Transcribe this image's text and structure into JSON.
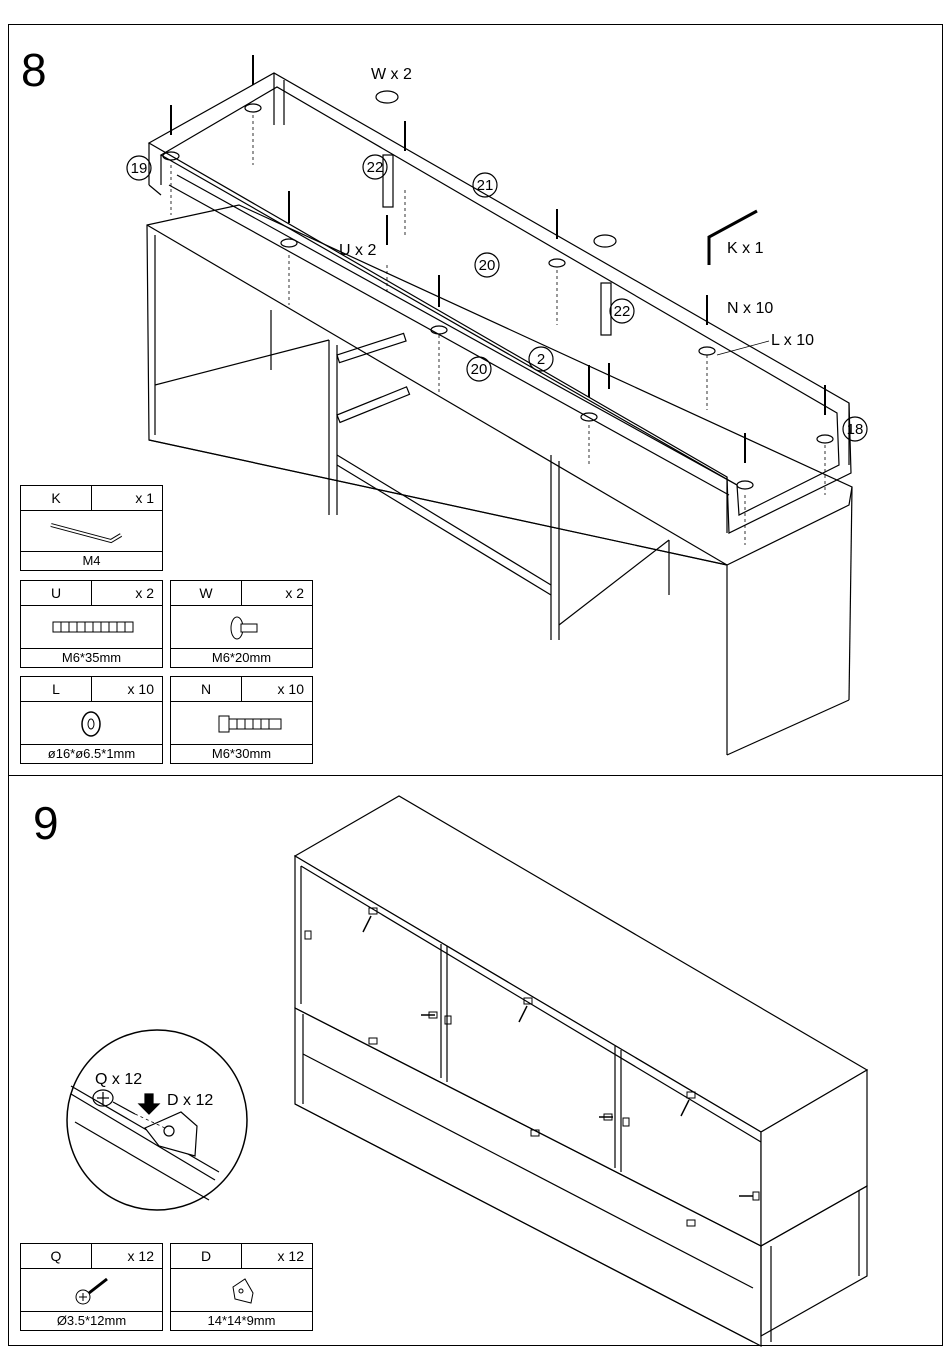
{
  "steps": [
    {
      "number": "8",
      "callouts": {
        "w": "W x 2",
        "u": "U x 2",
        "k": "K x 1",
        "n": "N x 10",
        "l": "L x 10"
      },
      "part_numbers": [
        "19",
        "22",
        "21",
        "20",
        "2",
        "20",
        "22",
        "18"
      ],
      "parts": [
        {
          "code": "K",
          "qty": "x 1",
          "spec": "M4"
        },
        {
          "code": "U",
          "qty": "x 2",
          "spec": "M6*35mm"
        },
        {
          "code": "W",
          "qty": "x 2",
          "spec": "M6*20mm"
        },
        {
          "code": "L",
          "qty": "x 10",
          "spec": "ø16*ø6.5*1mm"
        },
        {
          "code": "N",
          "qty": "x 10",
          "spec": "M6*30mm"
        }
      ]
    },
    {
      "number": "9",
      "callouts": {
        "q": "Q x 12",
        "d": "D x 12"
      },
      "parts": [
        {
          "code": "Q",
          "qty": "x 12",
          "spec": "Ø3.5*12mm"
        },
        {
          "code": "D",
          "qty": "x 12",
          "spec": "14*14*9mm"
        }
      ]
    }
  ]
}
